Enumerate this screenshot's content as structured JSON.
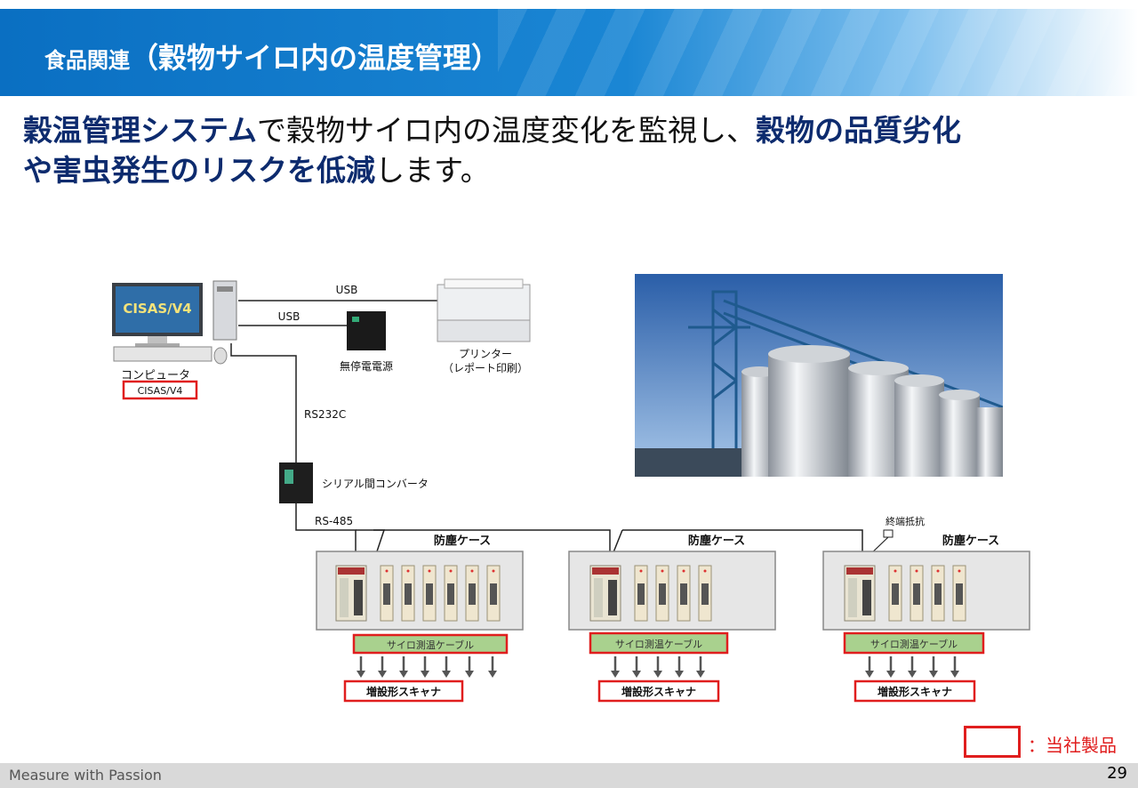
{
  "header": {
    "title_prefix": "食品関連",
    "title_main": "（穀物サイロ内の温度管理）"
  },
  "lead": {
    "part1": "穀温管理システム",
    "part2": "で穀物サイロ内の温度変化を監視し、",
    "part3": "穀物の品質劣化",
    "part4": "や害虫発生のリスクを低減",
    "part5": "します。"
  },
  "diagram": {
    "monitor_screen": "CISAS/V4",
    "computer_label": "コンピュータ",
    "computer_product": "CISAS/V4",
    "usb_top": "USB",
    "usb_mid": "USB",
    "ups_label": "無停電電源",
    "printer_label": "プリンター",
    "printer_sub": "（レポート印刷）",
    "rs232c": "RS232C",
    "converter_label": "シリアル間コンバータ",
    "rs485": "RS-485",
    "terminator_label": "終端抵抗",
    "cases": [
      {
        "case_label": "防塵ケース",
        "cable_label": "サイロ測温ケーブル",
        "scanner_label": "増設形スキャナ"
      },
      {
        "case_label": "防塵ケース",
        "cable_label": "サイロ測温ケーブル",
        "scanner_label": "増設形スキャナ"
      },
      {
        "case_label": "防塵ケース",
        "cable_label": "サイロ測温ケーブル",
        "scanner_label": "増設形スキャナ"
      }
    ]
  },
  "legend": {
    "text": "：当社製品"
  },
  "footer": {
    "tagline": "Measure with Passion",
    "page_number": "29"
  },
  "colors": {
    "header_blue": "#0a6fc2",
    "highlight_navy": "#0d2b6e",
    "product_red": "#e01e1e",
    "cable_green": "#a9d18e"
  }
}
